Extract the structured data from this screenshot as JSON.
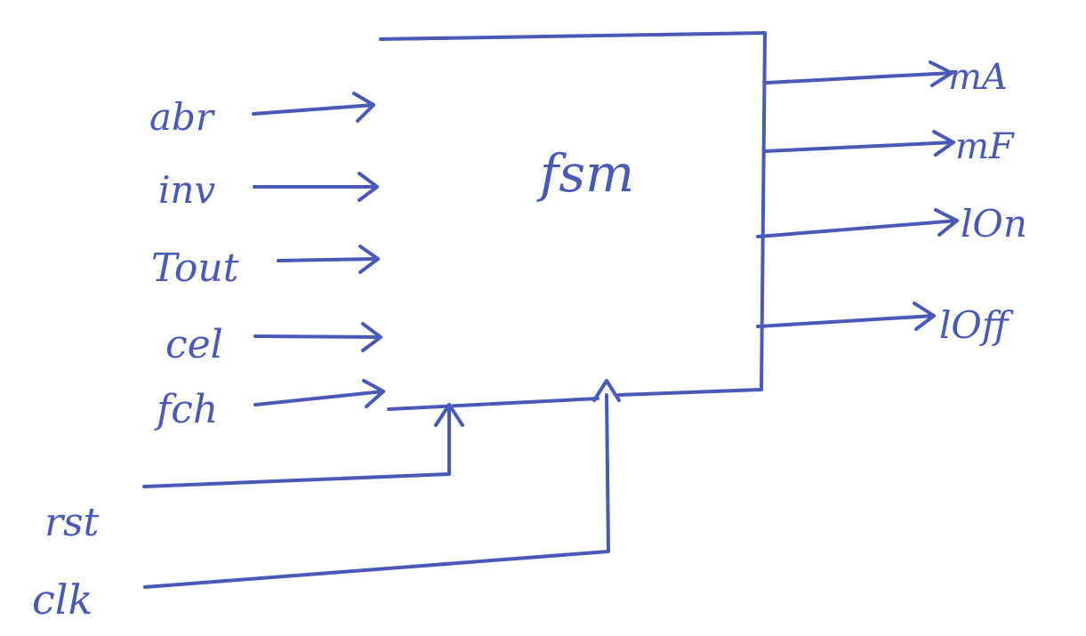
{
  "colors": {
    "ink": "#4a58b8",
    "background": "#ffffff"
  },
  "block": {
    "label": "fsm"
  },
  "inputs": [
    {
      "id": "abr",
      "label": "abr"
    },
    {
      "id": "inv",
      "label": "inv"
    },
    {
      "id": "tout",
      "label": "Tout"
    },
    {
      "id": "cel",
      "label": "cel"
    },
    {
      "id": "fch",
      "label": "fch"
    }
  ],
  "outputs": [
    {
      "id": "ma",
      "label": "mA"
    },
    {
      "id": "mf",
      "label": "mF"
    },
    {
      "id": "lon",
      "label": "lOn"
    },
    {
      "id": "loff",
      "label": "lOff"
    }
  ],
  "control": {
    "reset": {
      "label": "rst"
    },
    "clock": {
      "label": "clk"
    }
  }
}
